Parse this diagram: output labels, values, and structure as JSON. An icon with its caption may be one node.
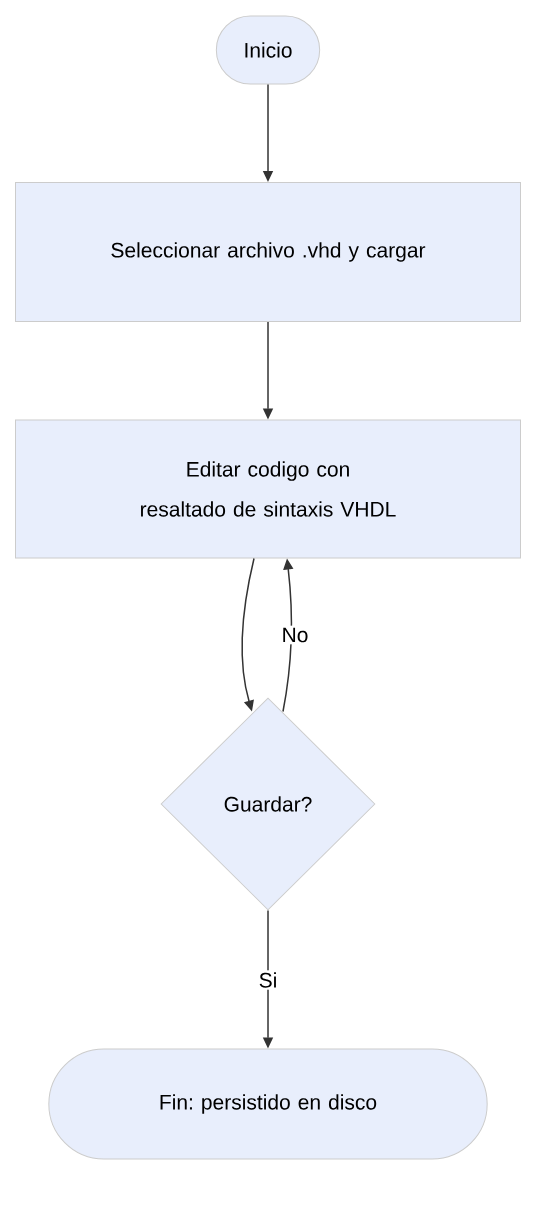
{
  "diagram": {
    "nodes": [
      {
        "text": [
          "Inicio"
        ]
      },
      {
        "text": [
          "Seleccionar archivo .vhd y cargar"
        ]
      },
      {
        "text": [
          "Editar codigo con resaltado de sintaxis VHDL"
        ]
      },
      {
        "text": [
          "Guardar?"
        ]
      },
      {
        "text": [
          "Fin: persistido en disco"
        ]
      }
    ],
    "edges": [
      {
        "from": 0,
        "to": 1,
        "arrow": "to"
      },
      {
        "from": 1,
        "to": 2,
        "arrow": "to"
      },
      {
        "from": 2,
        "to": 3,
        "arrow": "to"
      },
      {
        "from": 3,
        "to": 2,
        "arrow": "to",
        "label": "No"
      },
      {
        "from": 3,
        "to": 4,
        "arrow": "to",
        "label": "Si"
      }
    ]
  }
}
